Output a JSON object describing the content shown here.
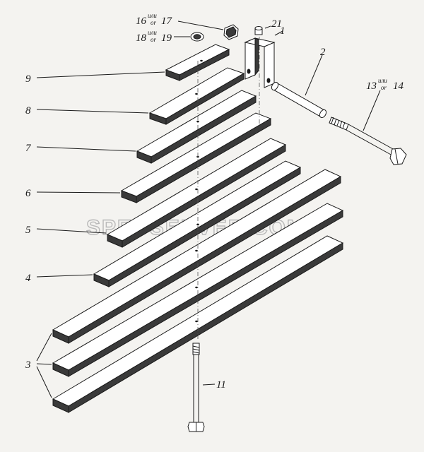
{
  "watermark": "SPECSERVER.COM",
  "labels": {
    "n1": "1",
    "n2": "2",
    "n3": "3",
    "n4": "4",
    "n5": "5",
    "n6": "6",
    "n7": "7",
    "n8": "8",
    "n9": "9",
    "n11": "11",
    "n13": "13",
    "n14": "14",
    "n16": "16",
    "n17": "17",
    "n18": "18",
    "n19": "19",
    "n21": "21",
    "or_word_a": "или",
    "or_word_b": "or"
  }
}
